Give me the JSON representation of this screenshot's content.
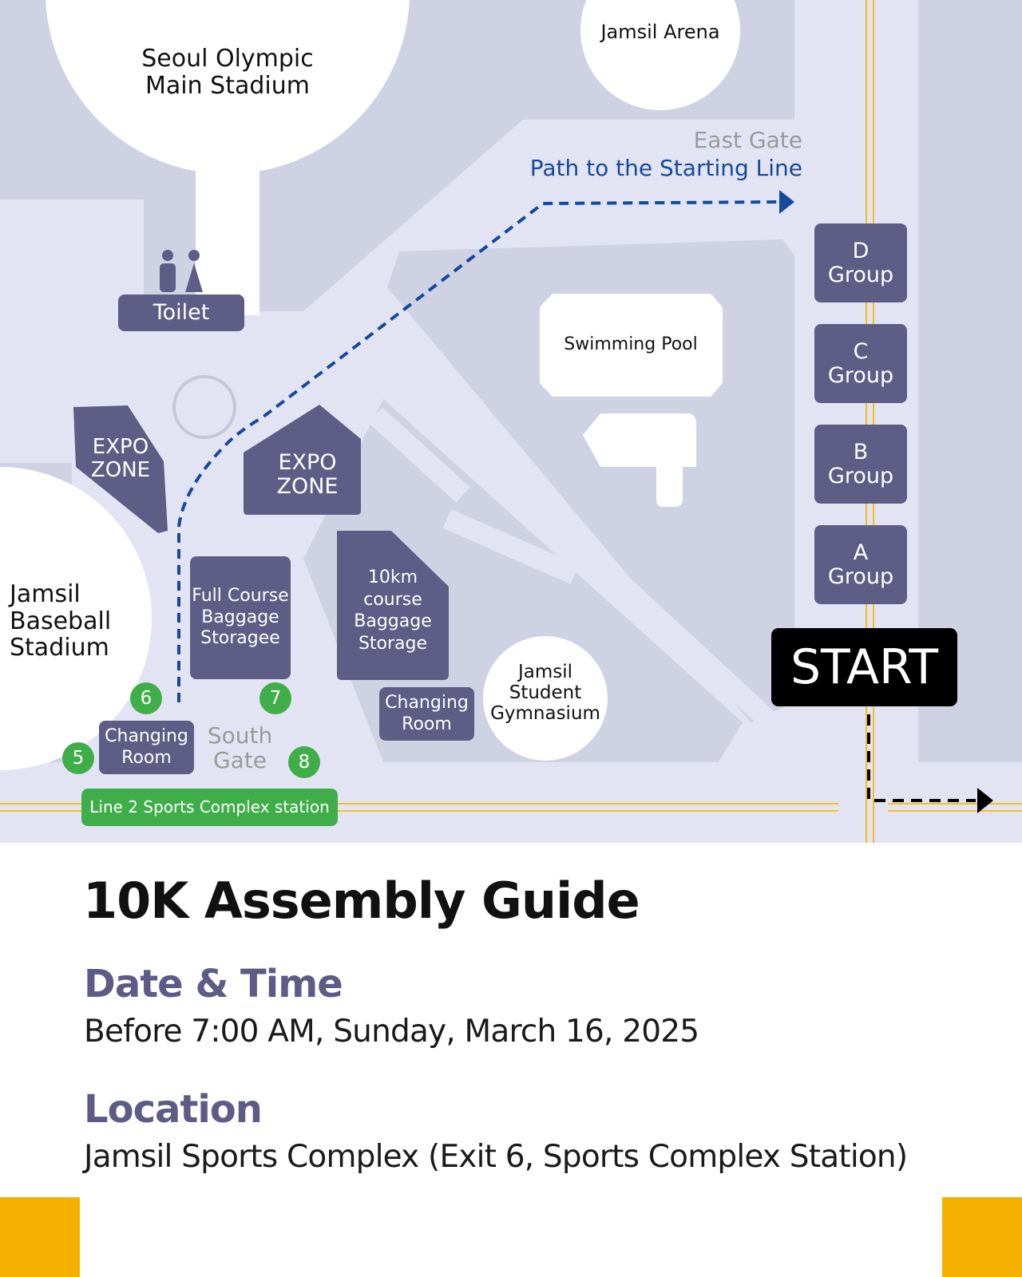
{
  "map": {
    "colors": {
      "background": "#cfd2e3",
      "road": "#e3e4f3",
      "facility": "#5d5d86",
      "subway": "#3fae49",
      "route": "#14499b",
      "gate": "#9a9a9a",
      "start": "#000000",
      "rail": "#f3c21a"
    },
    "landmarks": {
      "main_stadium": "Seoul Olympic\nMain Stadium",
      "arena": "Jamsil Arena",
      "swimming_pool": "Swimming Pool",
      "baseball_stadium": "Jamsil\nBaseball\nStadium",
      "gymnasium": "Jamsil\nStudent\nGymnasium"
    },
    "facilities": {
      "toilet": "Toilet",
      "toilet_icon": "toilet-people-icon",
      "expo_zone_left": "EXPO\nZONE",
      "expo_zone_center": "EXPO\nZONE",
      "full_course_baggage": "Full Course\nBaggage\nStoragee",
      "tenk_baggage": "10km\ncourse\nBaggage\nStorage",
      "changing_room_left": "Changing\nRoom",
      "changing_room_right": "Changing\nRoom"
    },
    "gates": {
      "east_gate": "East Gate",
      "path_label": "Path to the Starting Line",
      "south_gate": "South\nGate"
    },
    "groups": [
      "D\nGroup",
      "C\nGroup",
      "B\nGroup",
      "A\nGroup"
    ],
    "start_label": "START",
    "exits": [
      "5",
      "6",
      "7",
      "8"
    ],
    "station": "Line 2 Sports Complex station"
  },
  "guide": {
    "title": "10K Assembly Guide",
    "date_heading": "Date & Time",
    "date_value": "Before 7:00 AM, Sunday, March 16, 2025",
    "location_heading": "Location",
    "location_value": "Jamsil Sports Complex (Exit 6, Sports Complex Station)"
  }
}
